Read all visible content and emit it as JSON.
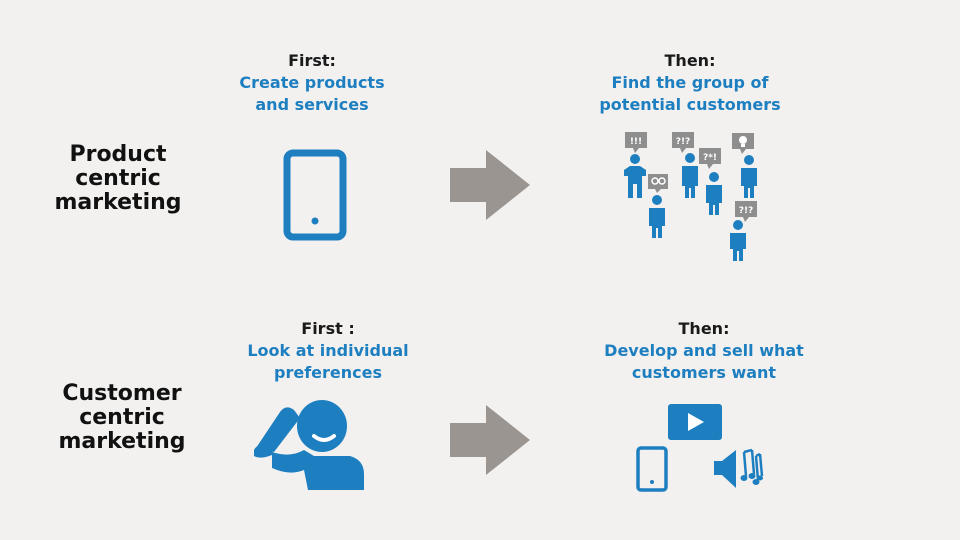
{
  "rows": [
    {
      "label_lines": [
        "Product",
        "centric",
        "marketing"
      ],
      "first": {
        "heading": "First:",
        "lines": [
          "Create products",
          "and services"
        ]
      },
      "then": {
        "heading": "Then:",
        "lines": [
          "Find the group of",
          "potential customers"
        ]
      }
    },
    {
      "label_lines": [
        "Customer",
        "centric",
        "marketing"
      ],
      "first": {
        "heading": "First :",
        "lines": [
          "Look at individual",
          "preferences"
        ]
      },
      "then": {
        "heading": "Then:",
        "lines": [
          "Develop and sell what",
          "customers want"
        ]
      }
    }
  ],
  "bubbles": [
    "!!!",
    "?!?",
    "?*!",
    "?!?"
  ],
  "colors": {
    "accent": "#1e7fc0",
    "arrow": "#9b9591",
    "bubble": "#8e8e8e",
    "background": "#f2f1f0"
  }
}
